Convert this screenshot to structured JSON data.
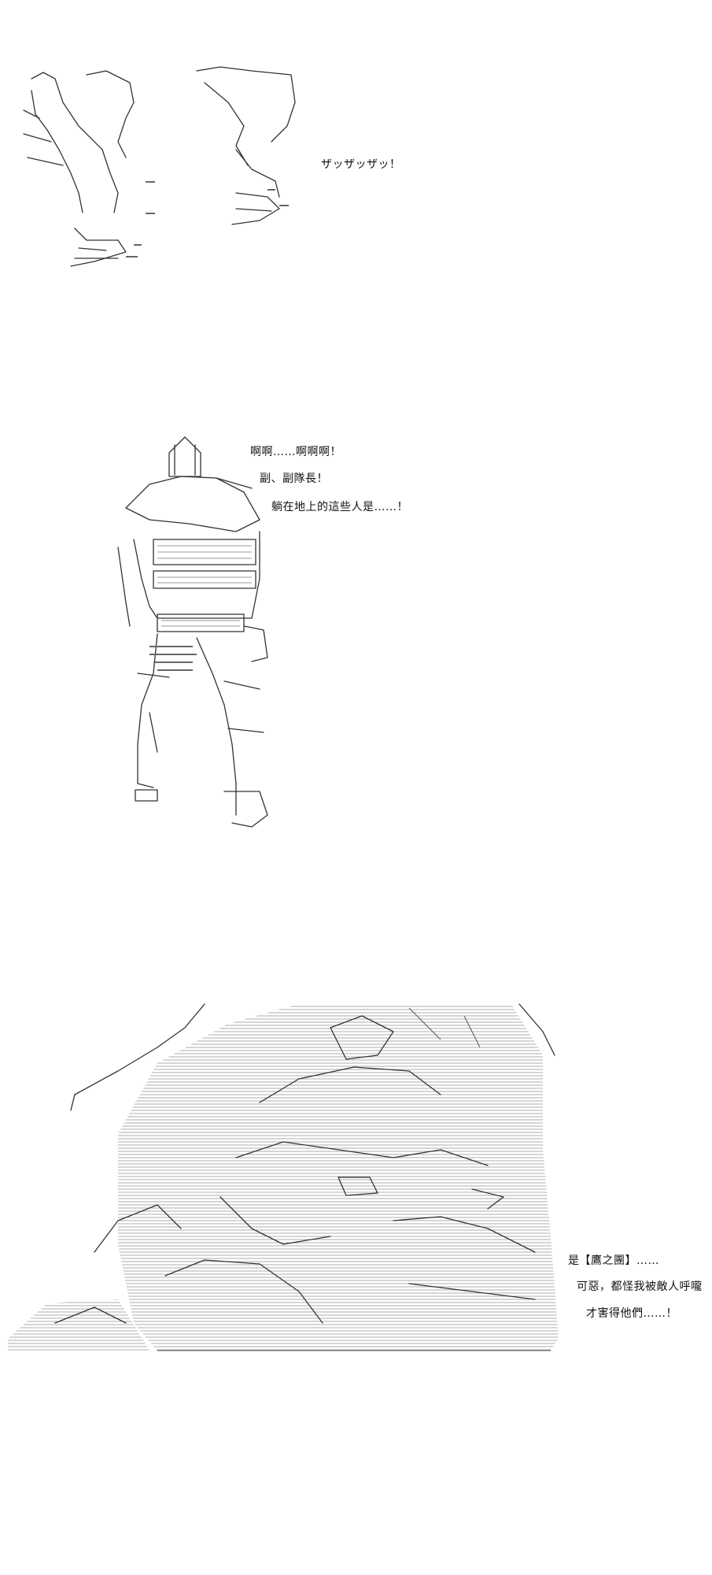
{
  "panels": [
    {
      "id": "panel-1",
      "lines": [
        "ザッザッザッ！"
      ]
    },
    {
      "id": "panel-2",
      "lines": [
        "啊啊……啊啊啊！",
        "副、副隊長！",
        "躺在地上的這些人是……！"
      ]
    },
    {
      "id": "panel-3",
      "lines": [
        "是【鷹之團】……",
        "可惡，都怪我被敵人呼嚨",
        "才害得他們……！"
      ]
    }
  ],
  "colors": {
    "background": "#ffffff",
    "ink": "#333333"
  }
}
